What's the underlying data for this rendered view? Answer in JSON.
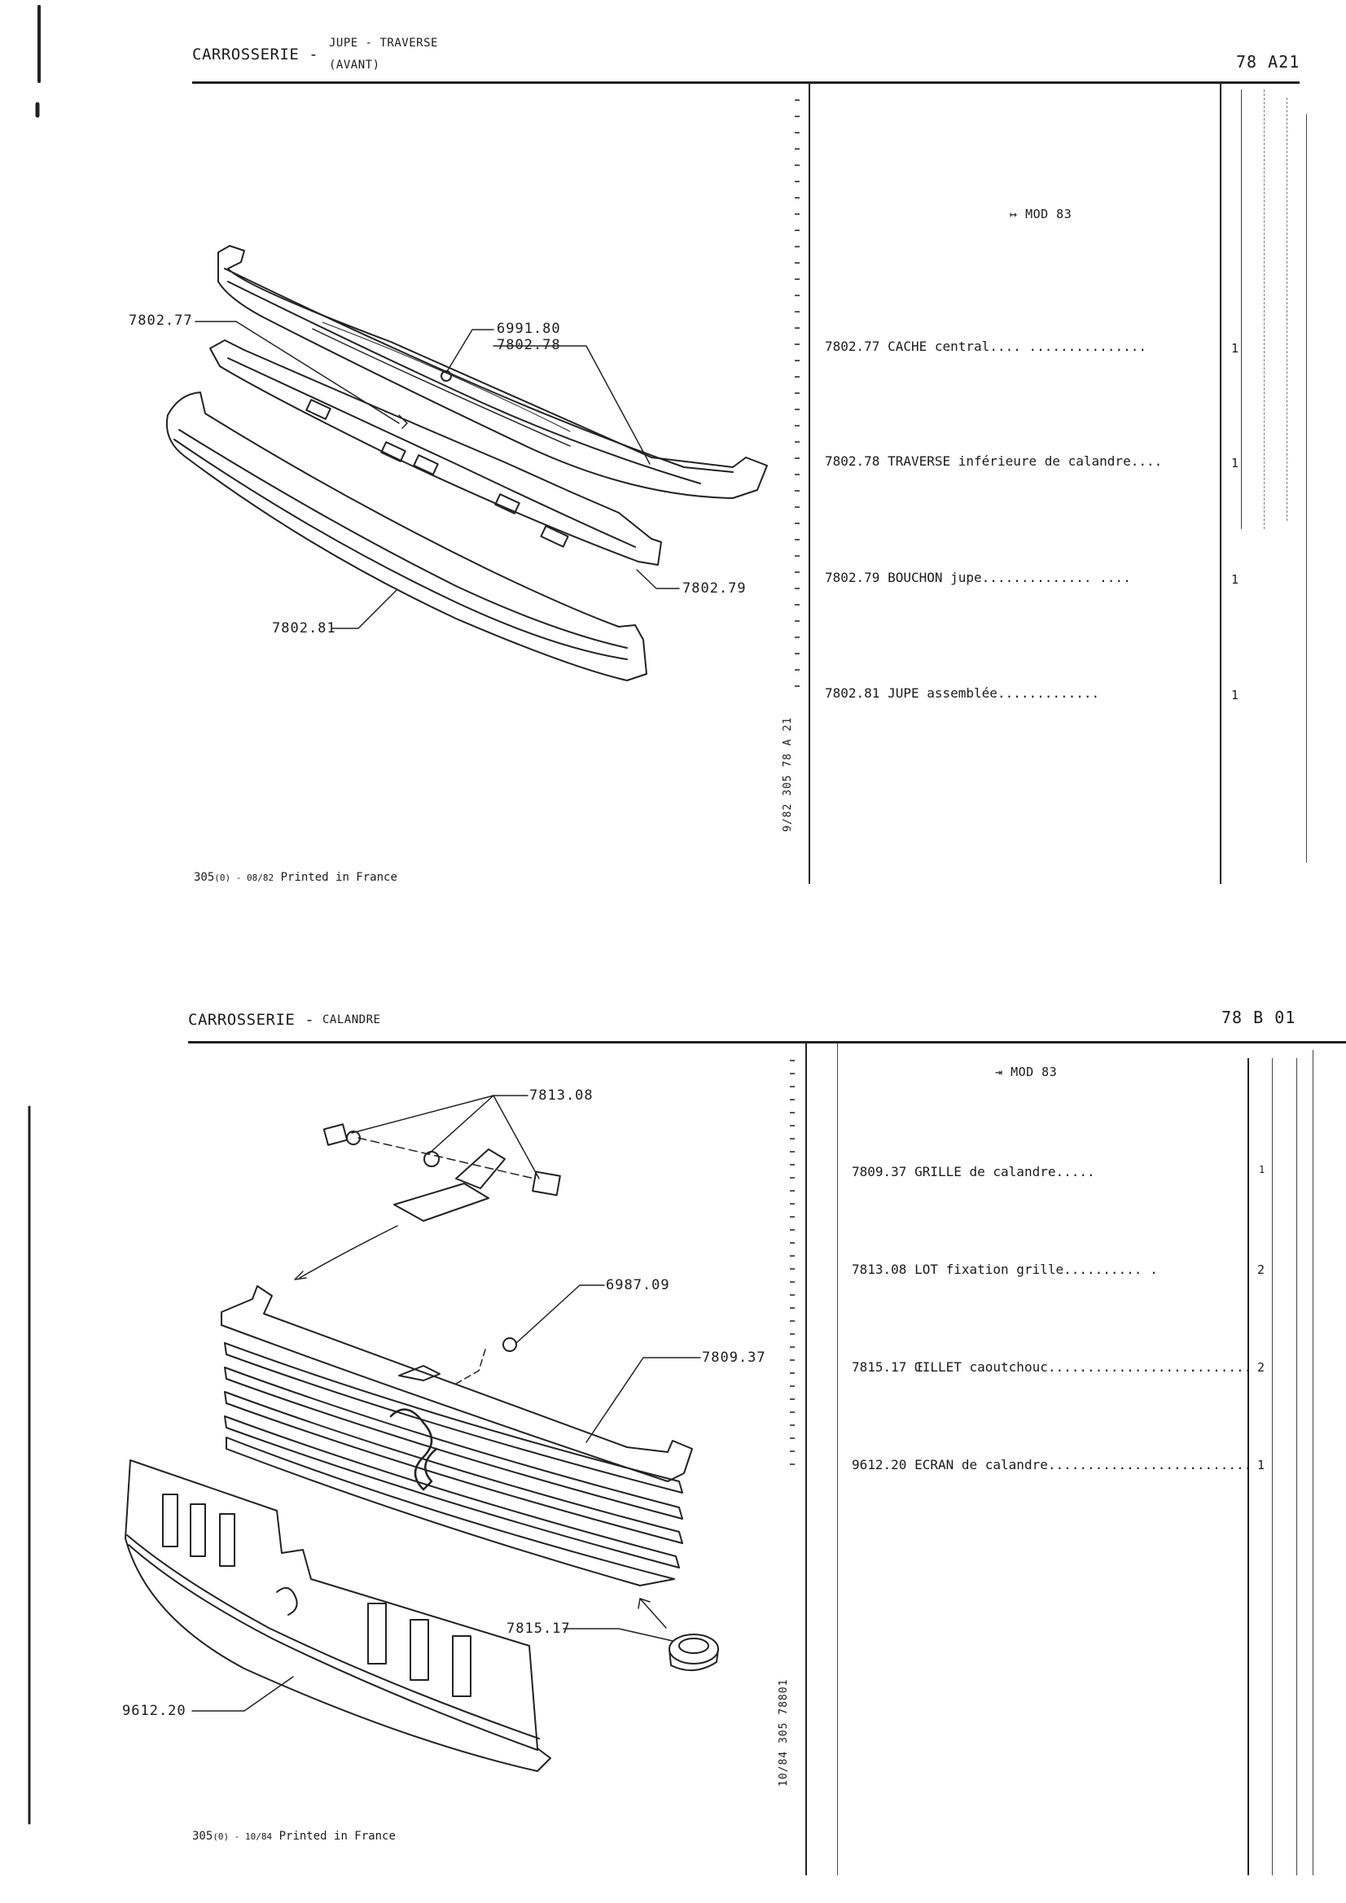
{
  "top": {
    "header": {
      "title": "CARROSSERIE -",
      "sub1": "JUPE - TRAVERSE",
      "sub2": "(AVANT)",
      "page_ref": "78 A21"
    },
    "mod": "MOD 83",
    "items": [
      {
        "ref": "7802.77",
        "name": "CACHE central",
        "dots": "....  ...............",
        "qty": "1"
      },
      {
        "ref": "7802.78",
        "name": "TRAVERSE inférieure de calandre",
        "dots": ".... ",
        "qty": "1"
      },
      {
        "ref": "7802.79",
        "name": "BOUCHON jupe",
        "dots": "..............  ....",
        "qty": "1"
      },
      {
        "ref": "7802.81",
        "name": "JUPE assemblée",
        "dots": ".............",
        "qty": "1"
      }
    ],
    "callouts": {
      "c1": "7802.77",
      "c2": "6991.80",
      "c3": "7802.78",
      "c4": "7802.79",
      "c5": "7802.81"
    },
    "side_code": "9/82  305  78 A 21",
    "footer_a": "305",
    "footer_b": "(0) - 08/82",
    "footer_c": "Printed in France"
  },
  "bottom": {
    "header": {
      "title": "CARROSSERIE -",
      "sub1": "CALANDRE",
      "page_ref": "78  B 01"
    },
    "mod": "MOD 83",
    "items": [
      {
        "ref": "7809.37",
        "name": "GRILLE de calandre",
        "dots": ".....",
        "qty": "1"
      },
      {
        "ref": "7813.08",
        "name": "LOT fixation grille",
        "dots": "..........  .",
        "qty": "2"
      },
      {
        "ref": "7815.17",
        "name": "ŒILLET caoutchouc",
        "dots": "..........................",
        "qty": "2"
      },
      {
        "ref": "9612.20",
        "name": "ECRAN de calandre",
        "dots": "..........................",
        "qty": "1"
      }
    ],
    "callouts": {
      "c1": "7813.08",
      "c2": "6987.09",
      "c3": "7809.37",
      "c4": "7815.17",
      "c5": "9612.20"
    },
    "side_code": "10/84  305  78801",
    "footer_a": "305",
    "footer_b": "(0) - 10/84",
    "footer_c": "Printed in France"
  }
}
